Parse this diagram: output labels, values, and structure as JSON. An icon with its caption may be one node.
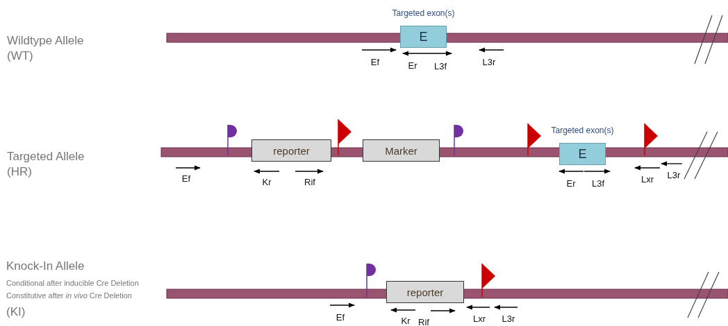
{
  "diagram": {
    "nodes": [
      {
        "text": [
          "Targeted exon(s)",
          "E"
        ]
      },
      {
        "text": [
          "reporter"
        ]
      },
      {
        "text": [
          "Marker"
        ]
      },
      {
        "text": [
          "Targeted exon(s)",
          "E"
        ]
      },
      {
        "text": [
          "reporter"
        ]
      },
      {
        "text": [],
        "shape": "bar"
      },
      {
        "text": [],
        "shape": "bar"
      },
      {
        "text": [],
        "shape": "bar"
      }
    ],
    "labels": [
      "Wildtype Allele (WT)",
      "Ef",
      "Er",
      "L3f",
      "L3r",
      "Targeted Allele (HR)",
      "Ef",
      "Kr",
      "Rif",
      "Er",
      "L3f",
      "Lxr",
      "L3r",
      "Knock-In Allele",
      "Conditional after inducible Cre Deletion",
      "Constitutive after *in vivo* Cre Deletion",
      "(KI)",
      "Ef",
      "Kr",
      "Rif",
      "Lxr",
      "L3r"
    ]
  }
}
